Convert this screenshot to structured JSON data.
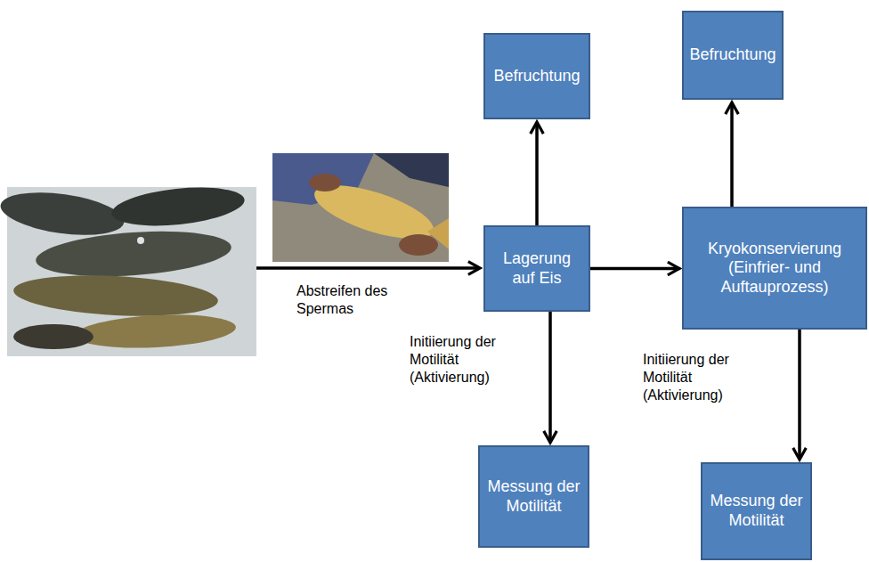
{
  "diagram": {
    "nodes": [
      {
        "text": [
          "Befruchtung"
        ]
      },
      {
        "text": [
          "Lagerung auf Eis"
        ]
      },
      {
        "text": [
          "Messung der Motilität"
        ]
      },
      {
        "text": [
          "Befruchtung"
        ]
      },
      {
        "text": [
          "Kryokonservierung (Einfrier- und Auftauprozess)"
        ]
      },
      {
        "text": [
          "Messung der Motilität"
        ]
      }
    ],
    "edges": [
      {
        "from": 1,
        "to": 0,
        "arrow": "to"
      },
      {
        "from": 1,
        "to": 2,
        "arrow": "to",
        "label": "Initiierung der Motilität (Aktivierung)"
      },
      {
        "from": 1,
        "to": 4,
        "arrow": "to"
      },
      {
        "from": 4,
        "to": 3,
        "arrow": "to"
      },
      {
        "from": 4,
        "to": 5,
        "arrow": "to",
        "label": "Initiierung der Motilität (Aktivierung)"
      }
    ],
    "labels": [
      "Abstreifen des Spermas"
    ]
  }
}
